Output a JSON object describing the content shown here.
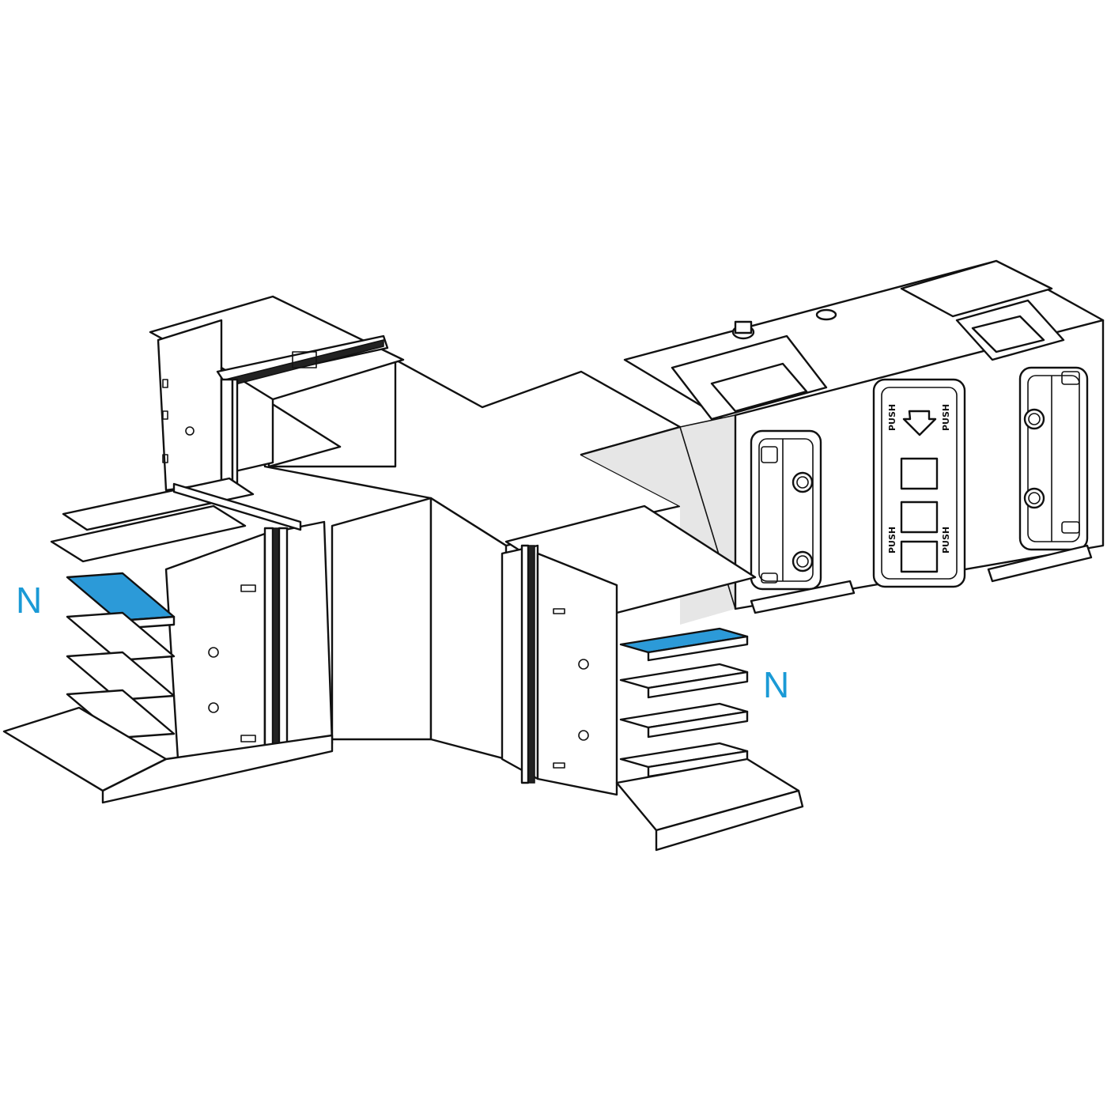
{
  "labels": {
    "neutral_left": "N",
    "neutral_right": "N",
    "push_top_left": "PUSH",
    "push_top_right": "PUSH",
    "push_bottom_left": "PUSH",
    "push_bottom_right": "PUSH"
  },
  "colors": {
    "neutral_bar": "#2c9ad8",
    "label": "#1a9ad6",
    "line": "#111111",
    "shade": "#e6e6e6"
  },
  "icons": {
    "busbar_tee": "busbar-tee-junction-icon",
    "push_arrow": "push-arrow-icon"
  }
}
